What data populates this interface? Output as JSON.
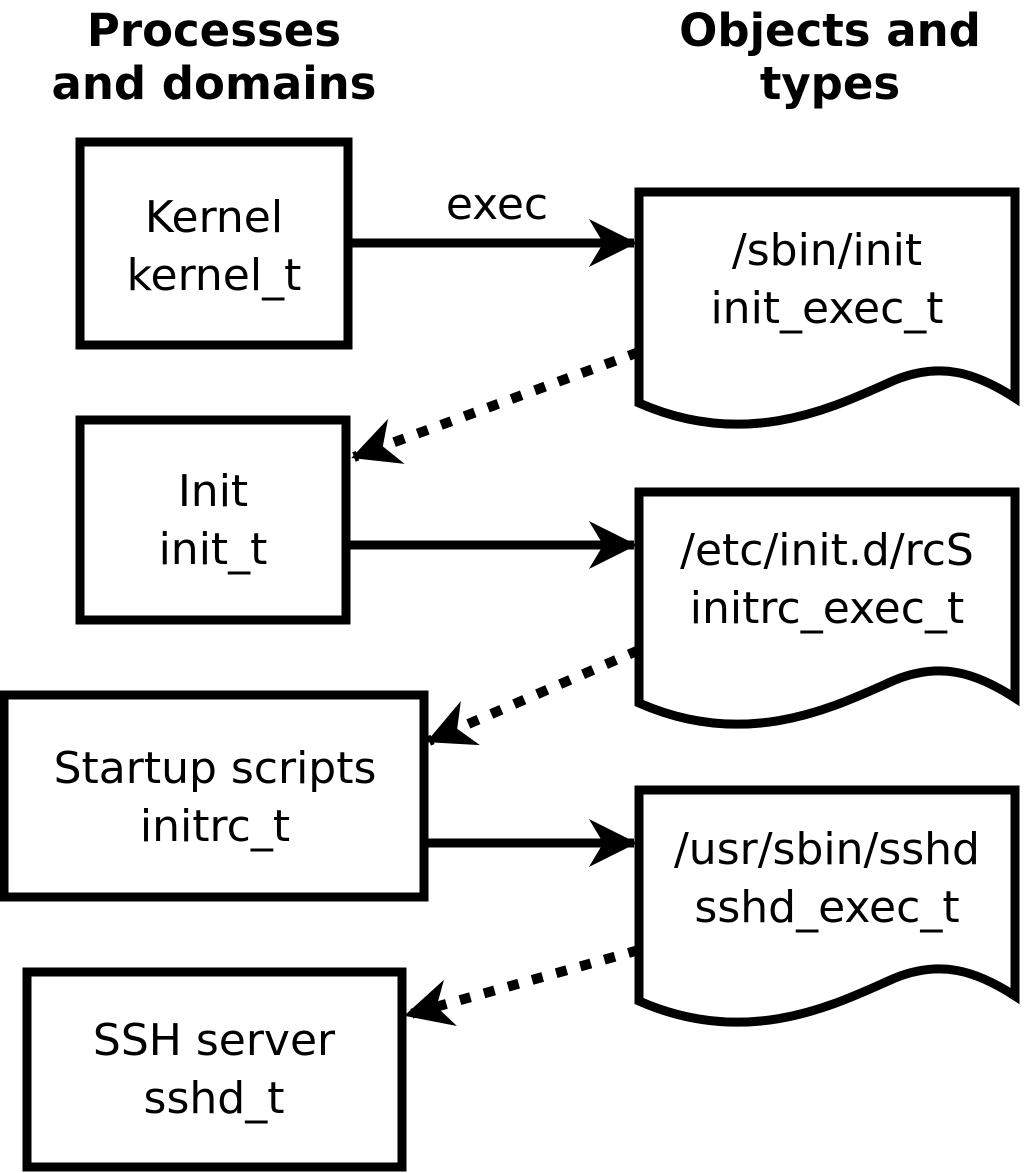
{
  "headers": {
    "left": {
      "line1": "Processes",
      "line2": "and domains"
    },
    "right": {
      "line1": "Objects and",
      "line2": "types"
    }
  },
  "process_nodes": [
    {
      "name": "Kernel",
      "type": "kernel_t"
    },
    {
      "name": "Init",
      "type": "init_t"
    },
    {
      "name": "Startup scripts",
      "type": "initrc_t"
    },
    {
      "name": "SSH server",
      "type": "sshd_t"
    }
  ],
  "object_nodes": [
    {
      "path": "/sbin/init",
      "type": "init_exec_t"
    },
    {
      "path": "/etc/init.d/rcS",
      "type": "initrc_exec_t"
    },
    {
      "path": "/usr/sbin/sshd",
      "type": "sshd_exec_t"
    }
  ],
  "edges": [
    {
      "from": "Kernel kernel_t",
      "to": "/sbin/init init_exec_t",
      "style": "solid",
      "label": "exec"
    },
    {
      "from": "/sbin/init init_exec_t",
      "to": "Init init_t",
      "style": "dotted",
      "label": ""
    },
    {
      "from": "Init init_t",
      "to": "/etc/init.d/rcS initrc_exec_t",
      "style": "solid",
      "label": ""
    },
    {
      "from": "/etc/init.d/rcS initrc_exec_t",
      "to": "Startup scripts initrc_t",
      "style": "dotted",
      "label": ""
    },
    {
      "from": "Startup scripts initrc_t",
      "to": "/usr/sbin/sshd sshd_exec_t",
      "style": "solid",
      "label": ""
    },
    {
      "from": "/usr/sbin/sshd sshd_exec_t",
      "to": "SSH server sshd_t",
      "style": "dotted",
      "label": ""
    }
  ],
  "colors": {
    "stroke": "#000000",
    "text": "#000000",
    "background": "#ffffff"
  }
}
